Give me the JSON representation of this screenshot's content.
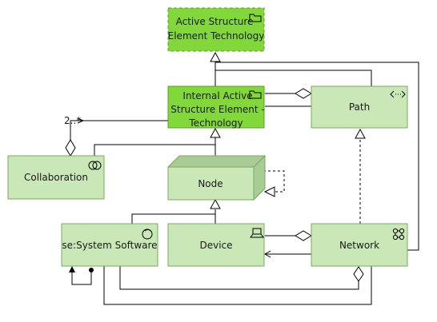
{
  "colors": {
    "technology_fill": "#c9e7b7",
    "technology_stroke": "#7aa860",
    "abstract_fill": "#82d83a",
    "abstract_stroke": "#5aa020",
    "line": "#000000"
  },
  "elements": {
    "active_structure": {
      "line1": "Active Structure",
      "line2": "Element Technology",
      "icon": "folder-icon"
    },
    "internal_active": {
      "line1": "Internal Active",
      "line2": "Structure Element -",
      "line3": "Technology",
      "icon": "folder-icon"
    },
    "path": {
      "label": "Path",
      "icon": "path-icon"
    },
    "collaboration": {
      "label": "Collaboration",
      "icon": "collaboration-icon"
    },
    "node": {
      "label": "Node"
    },
    "system_software": {
      "label": "se:System Software",
      "icon": "system-software-icon"
    },
    "device": {
      "label": "Device",
      "icon": "device-icon"
    },
    "network": {
      "label": "Network",
      "icon": "network-icon"
    }
  },
  "relations": {
    "collaboration_multiplicity": "2..*"
  }
}
